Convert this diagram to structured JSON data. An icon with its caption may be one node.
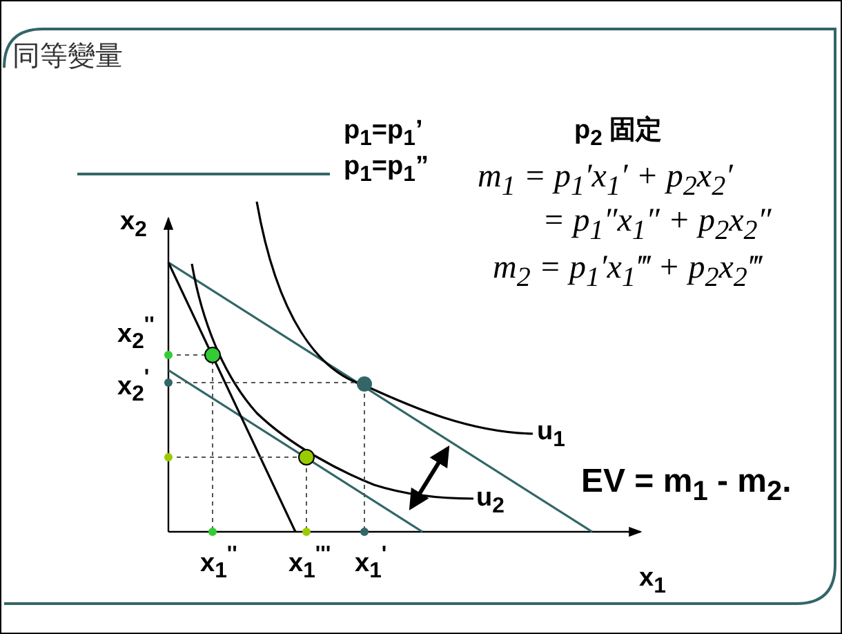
{
  "diagram": {
    "title": "同等變量",
    "labels": [
      "p$_{1}$=p$_{1}$’",
      "p$_{2}$ 固定",
      "x$_{2}$",
      "p$_{1}$=p$_{1}$”",
      "m$_{1}$ = p$_{1}$′x$_{1}$′ + p$_{2}$x$_{2}$′",
      "= p$_{1}$″x$_{1}$″ + p$_{2}$x$_{2}$″",
      "x$_{2}$$^{''}$",
      "x$_{2}$$^{'}$",
      "m$_{2}$ = p$_{1}$′x$_{1}$‴ + p$_{2}$x$_{2}$‴",
      "u$_{1}$",
      "EV = m$_{1}$ - m$_{2}$.",
      "u$_{2}$",
      "x$_{1}$$^{''}$",
      "x$_{1}$$^{'''}$",
      "x$_{1}$$^{'}$",
      "x$_{1}$"
    ]
  }
}
